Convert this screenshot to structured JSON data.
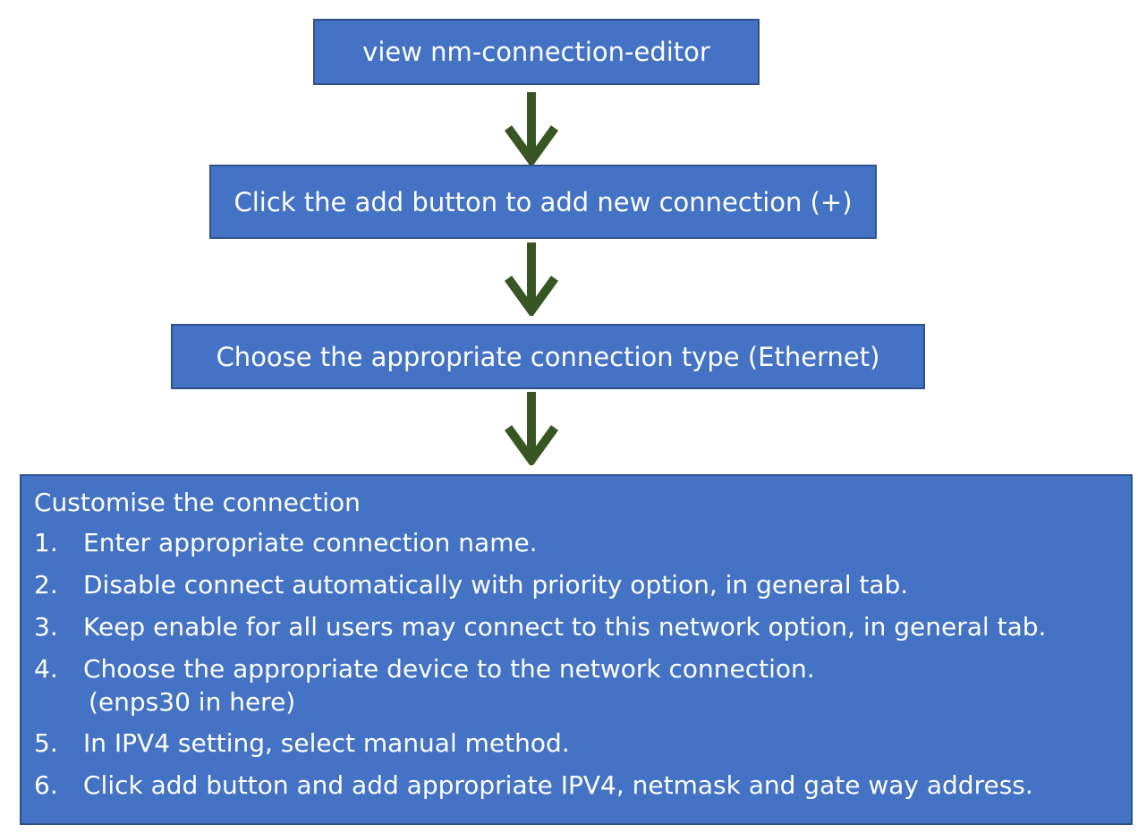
{
  "flow": {
    "steps": [
      {
        "label": "view nm-connection-editor"
      },
      {
        "label": "Click the add button to add new connection (+)"
      },
      {
        "label": "Choose the appropriate connection type (Ethernet)"
      }
    ],
    "panel": {
      "title": "Customise the connection",
      "items": [
        {
          "num": "1.",
          "text": "Enter appropriate connection name."
        },
        {
          "num": "2.",
          "text": "Disable connect automatically with priority option, in general tab."
        },
        {
          "num": "3.",
          "text": "Keep enable for all users may connect to this network option, in general tab."
        },
        {
          "num": "4.",
          "text": "Choose the appropriate device to the network connection.",
          "note": "(enps30 in here)"
        },
        {
          "num": "5.",
          "text": "In IPV4 setting, select manual method."
        },
        {
          "num": "6.",
          "text": "Click add button and add appropriate IPV4, netmask and gate way address."
        }
      ]
    }
  },
  "colors": {
    "box_fill": "#4472c4",
    "box_border": "#2f528f",
    "box_text": "#ffffff",
    "arrow": "#375623"
  }
}
